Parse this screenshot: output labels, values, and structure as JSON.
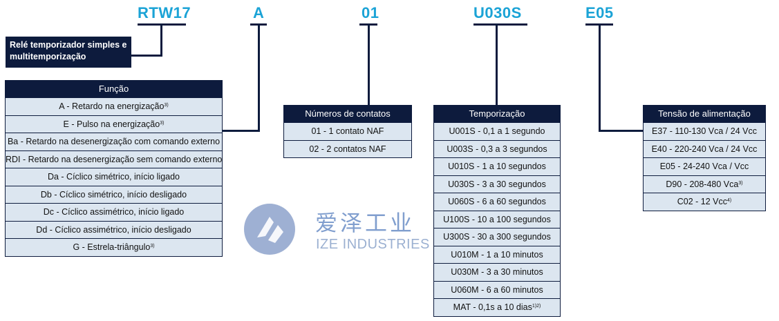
{
  "codes": {
    "model": "RTW17",
    "function": "A",
    "contacts": "01",
    "timing": "U030S",
    "voltage": "E05"
  },
  "model_label": "Relé temporizador simples e multitemporização",
  "funcao": {
    "title": "Função",
    "rows": [
      {
        "text": "A - Retardo na energização",
        "sup": "3)"
      },
      {
        "text": "E - Pulso na energização",
        "sup": "3)"
      },
      {
        "text": "Ba - Retardo na desenergização com comando externo",
        "sup": ""
      },
      {
        "text": "RDI - Retardo na desenergização sem comando externo",
        "sup": ""
      },
      {
        "text": "Da - Cíclico simétrico, início ligado",
        "sup": ""
      },
      {
        "text": "Db - Cíclico simétrico, início desligado",
        "sup": ""
      },
      {
        "text": "Dc - Cíclico assimétrico, início ligado",
        "sup": ""
      },
      {
        "text": "Dd - Cíclico assimétrico, início desligado",
        "sup": ""
      },
      {
        "text": "G - Estrela-triângulo",
        "sup": "3)"
      }
    ]
  },
  "contatos": {
    "title": "Números de contatos",
    "rows": [
      {
        "text": "01 - 1 contato NAF",
        "sup": ""
      },
      {
        "text": "02 - 2 contatos NAF",
        "sup": ""
      }
    ]
  },
  "temporizacao": {
    "title": "Temporização",
    "rows": [
      {
        "text": "U001S - 0,1 a 1 segundo",
        "sup": ""
      },
      {
        "text": "U003S - 0,3 a 3 segundos",
        "sup": ""
      },
      {
        "text": "U010S - 1 a 10 segundos",
        "sup": ""
      },
      {
        "text": "U030S - 3 a 30 segundos",
        "sup": ""
      },
      {
        "text": "U060S - 6 a 60 segundos",
        "sup": ""
      },
      {
        "text": "U100S - 10 a 100 segundos",
        "sup": ""
      },
      {
        "text": "U300S - 30 a 300 segundos",
        "sup": ""
      },
      {
        "text": "U010M - 1 a 10 minutos",
        "sup": ""
      },
      {
        "text": "U030M - 3 a 30 minutos",
        "sup": ""
      },
      {
        "text": "U060M - 6 a 60 minutos",
        "sup": ""
      },
      {
        "text": "MAT - 0,1s a 10 dias",
        "sup": "1)2)"
      }
    ]
  },
  "tensao": {
    "title": "Tensão de alimentação",
    "rows": [
      {
        "text": "E37 - 110-130 Vca / 24 Vcc",
        "sup": ""
      },
      {
        "text": "E40 - 220-240 Vca / 24 Vcc",
        "sup": ""
      },
      {
        "text": "E05 - 24-240 Vca / Vcc",
        "sup": ""
      },
      {
        "text": "D90 - 208-480 Vca",
        "sup": "3)"
      },
      {
        "text": "C02 - 12 Vcc",
        "sup": "4)"
      }
    ]
  },
  "watermark": {
    "cn": "爱泽工业",
    "en": "IZE INDUSTRIES"
  },
  "colors": {
    "code_text": "#1ba3d6",
    "navy": "#0d1b3d",
    "row_fill": "#dce6f0"
  }
}
